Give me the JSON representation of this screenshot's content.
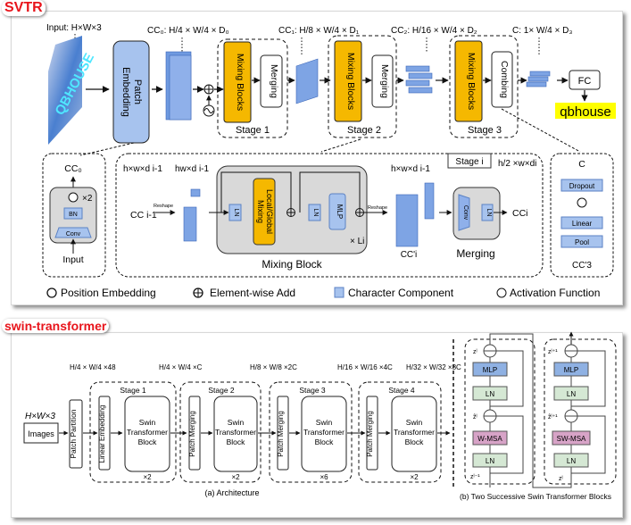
{
  "svtr": {
    "tag": "SVTR",
    "input_label": "Input: H×W×3",
    "input_image_text": "QBHOUSE",
    "patch_embedding": [
      "Patch",
      "Embedding"
    ],
    "cc0_label": "CC₀: H/4 × W/4 × D₀",
    "cc1_label": "CC₁: H/8 × W/4 × D₁",
    "cc2_label": "CC₂: H/16 × W/4 × D₂",
    "c_label": "C: 1× W/4 × D₃",
    "mixing_blocks": [
      "Mixing",
      "Blocks"
    ],
    "merging": "Merging",
    "combing": "Combing",
    "stages": [
      "Stage 1",
      "Stage 2",
      "Stage 3"
    ],
    "fc": "FC",
    "output": "qbhouse",
    "output_highlight": "#ffff00",
    "detail_patch": {
      "top": "CC₀",
      "times": "×2",
      "bn": "BN",
      "conv": "Conv",
      "bottom": "Input"
    },
    "detail_stage": {
      "stage_label": "Stage i",
      "in_shape": "h×w×d i-1",
      "hw_shape": "hw×d i-1",
      "cc_in": "CC i-1",
      "reshape": "Reshape",
      "ln": "LN",
      "mixing": [
        "Local/Global",
        "Mixing"
      ],
      "mlp": "MLP",
      "times_l": "× Li",
      "mixing_block": "Mixing Block",
      "cc_prime": "CC'i",
      "shape_after": "h×w×d i-1",
      "out_shape": "h/2 ×w×di",
      "conv": "Conv",
      "merging": "Merging",
      "cc_out": "CCi"
    },
    "detail_combing": {
      "top": "C",
      "dropout": "Dropout",
      "linear": "Linear",
      "pool": "Pool",
      "bottom": "CC'3"
    },
    "legend": [
      {
        "icon": "position-embedding-icon",
        "label": "Position Embedding"
      },
      {
        "icon": "element-wise-add-icon",
        "label": "Element-wise Add"
      },
      {
        "icon": "character-component-icon",
        "label": "Character Component"
      },
      {
        "icon": "activation-function-icon",
        "label": "Activation Function"
      }
    ],
    "colors": {
      "orange": "#f5b800",
      "blue": "#9fbfe8",
      "blue_border": "#5b82c4",
      "gray": "#d9d9d9"
    }
  },
  "swin": {
    "tag": "swin-transformer",
    "input_shape": "H×W×3",
    "images": "Images",
    "patch_partition": "Patch Partition",
    "linear_embedding": "Linear Embedding",
    "patch_merging": "Patch Merging",
    "swin_block": [
      "Swin",
      "Transformer",
      "Block"
    ],
    "dims": [
      "H/4 × W/4 ×48",
      "H/4 × W/4 ×C",
      "H/8 × W/8 ×2C",
      "H/16 × W/16 ×4C",
      "H/32 × W/32 ×8C"
    ],
    "stages": [
      "Stage 1",
      "Stage 2",
      "Stage 3",
      "Stage 4"
    ],
    "repeats": [
      "×2",
      "×2",
      "×6",
      "×2"
    ],
    "caption_a": "(a) Architecture",
    "caption_b": "(b) Two Successive Swin Transformer Blocks",
    "block1": {
      "mlp": "MLP",
      "ln": "LN",
      "msa": "W-MSA",
      "z_out": "zˡ",
      "z_mid": "ẑˡ",
      "z_in": "zˡ⁻¹"
    },
    "block2": {
      "mlp": "MLP",
      "ln": "LN",
      "msa": "SW-MSA",
      "z_out": "zˡ⁺¹",
      "z_mid": "ẑˡ⁺¹",
      "z_in": "zˡ"
    },
    "colors": {
      "mlp": "#8fb1e3",
      "ln": "#d5e8d4",
      "msa": "#d7a3c7"
    }
  }
}
